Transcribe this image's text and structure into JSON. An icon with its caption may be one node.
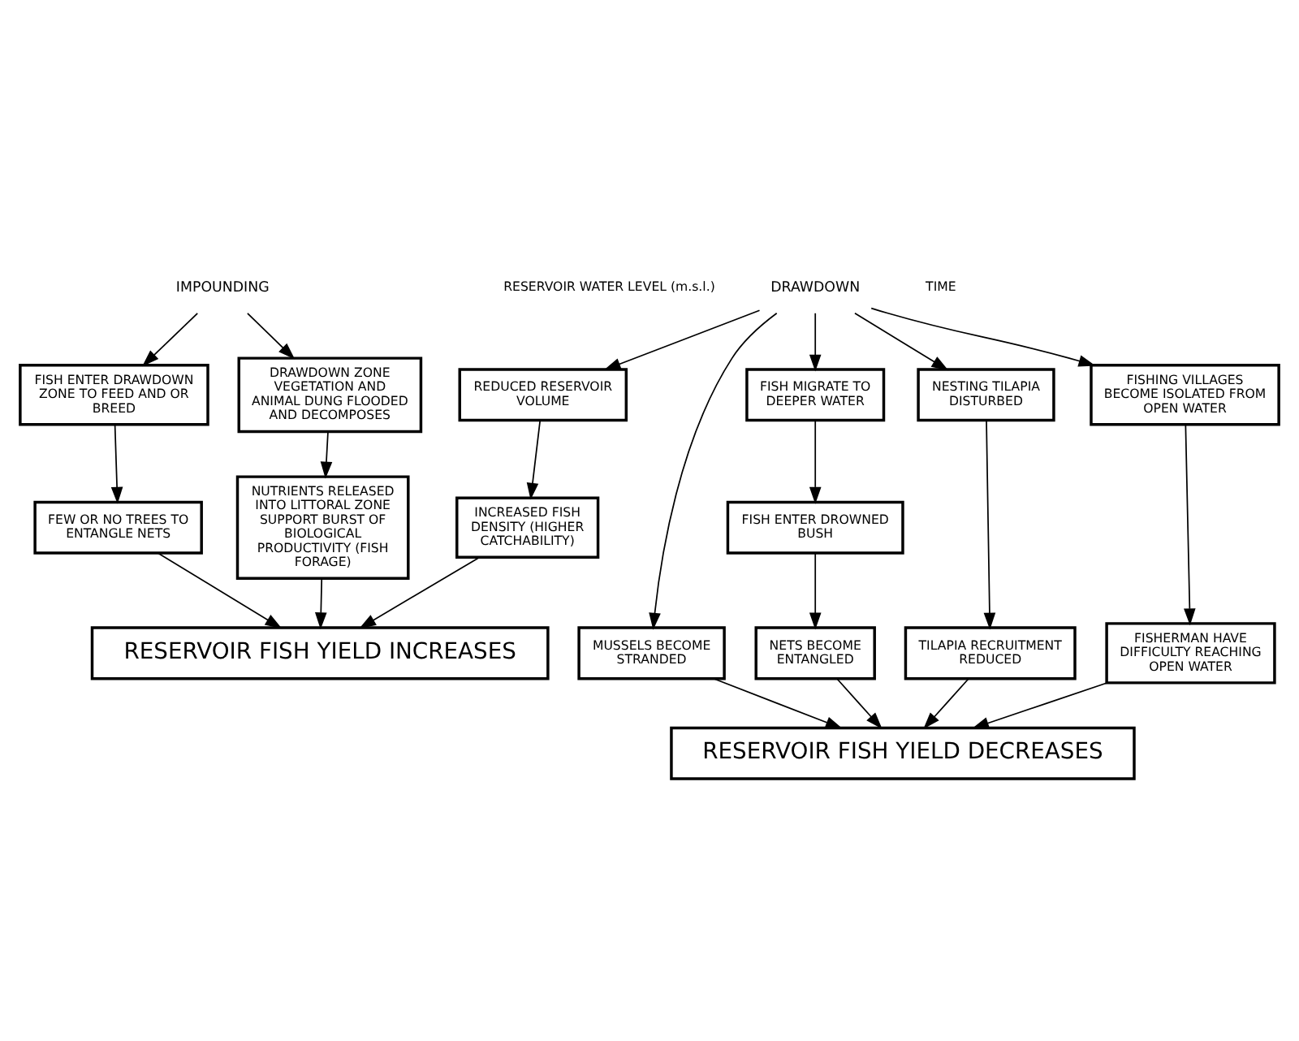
{
  "diagram": {
    "nodes": [
      {
        "text": [
          "DRAWDOWN"
        ]
      },
      {
        "text": [
          "IMPOUNDING"
        ]
      },
      {
        "text": [
          "FISH MIGRATE TO DEEPER WATER"
        ]
      },
      {
        "text": [
          "NESTING TILAPIA DISTURBED"
        ]
      },
      {
        "text": [
          "FISHING VILLAGES BECOME ISOLATED FROM OPEN WATER"
        ]
      },
      {
        "text": [
          "DRAWDOWN ZONE VEGETATION AND ANIMAL DUNG FLOODED AND DECOMPOSES"
        ]
      },
      {
        "text": [
          "REDUCED RESERVOIR VOLUME"
        ]
      },
      {
        "text": [
          "FISH ENTER DROWNED BUSH"
        ]
      },
      {
        "text": [
          "TILAPIA RECRUITMENT REDUCED"
        ]
      },
      {
        "text": [
          "FISHERMAN HAVE DIFFICULTY REACHING OPEN WATER"
        ]
      },
      {
        "text": [
          "MUSSELS BECOME STRANDED"
        ]
      },
      {
        "text": [
          "FISH ENTER DRAWDOWN ZONE TO FEED AND OR BREED"
        ]
      },
      {
        "text": [
          "NUTRIENTS RELEASED INTO LITTORAL ZONE SUPPORT BURST OF BIOLOGICAL PRODUCTIVITY (FISH FORAGE)"
        ]
      },
      {
        "text": [
          "NETS BECOME ENTANGLED"
        ]
      },
      {
        "text": [
          "INCREASED FISH DENSITY (HIGHER CATCHABILITY)"
        ]
      },
      {
        "text": [
          "FEW OR NO TREES TO ENTANGLE NETS"
        ]
      },
      {
        "text": [
          "RESERVOIR FISH YIELD DECREASES"
        ]
      },
      {
        "text": [
          "RESERVOIR FISH YIELD INCREASES"
        ]
      }
    ],
    "edges": [
      {
        "from": 0,
        "to": 6,
        "arrow": "to"
      },
      {
        "from": 0,
        "to": 2,
        "arrow": "to"
      },
      {
        "from": 0,
        "to": 3,
        "arrow": "to"
      },
      {
        "from": 0,
        "to": 4,
        "arrow": "to"
      },
      {
        "from": 0,
        "to": 10,
        "arrow": "to"
      },
      {
        "from": 1,
        "to": 5,
        "arrow": "to"
      },
      {
        "from": 1,
        "to": 11,
        "arrow": "to"
      },
      {
        "from": 2,
        "to": 7,
        "arrow": "to"
      },
      {
        "from": 7,
        "to": 13,
        "arrow": "to"
      },
      {
        "from": 13,
        "to": 16,
        "arrow": "to"
      },
      {
        "from": 3,
        "to": 8,
        "arrow": "to"
      },
      {
        "from": 8,
        "to": 16,
        "arrow": "to"
      },
      {
        "from": 4,
        "to": 9,
        "arrow": "to"
      },
      {
        "from": 9,
        "to": 16,
        "arrow": "to"
      },
      {
        "from": 10,
        "to": 16,
        "arrow": "to"
      },
      {
        "from": 6,
        "to": 14,
        "arrow": "to"
      },
      {
        "from": 14,
        "to": 17,
        "arrow": "to"
      },
      {
        "from": 5,
        "to": 12,
        "arrow": "to"
      },
      {
        "from": 12,
        "to": 17,
        "arrow": "to"
      },
      {
        "from": 11,
        "to": 15,
        "arrow": "to"
      },
      {
        "from": 15,
        "to": 17,
        "arrow": "to"
      }
    ],
    "labels": [
      "RESERVOIR WATER LEVEL (m.s.l.)",
      "TIME"
    ]
  }
}
